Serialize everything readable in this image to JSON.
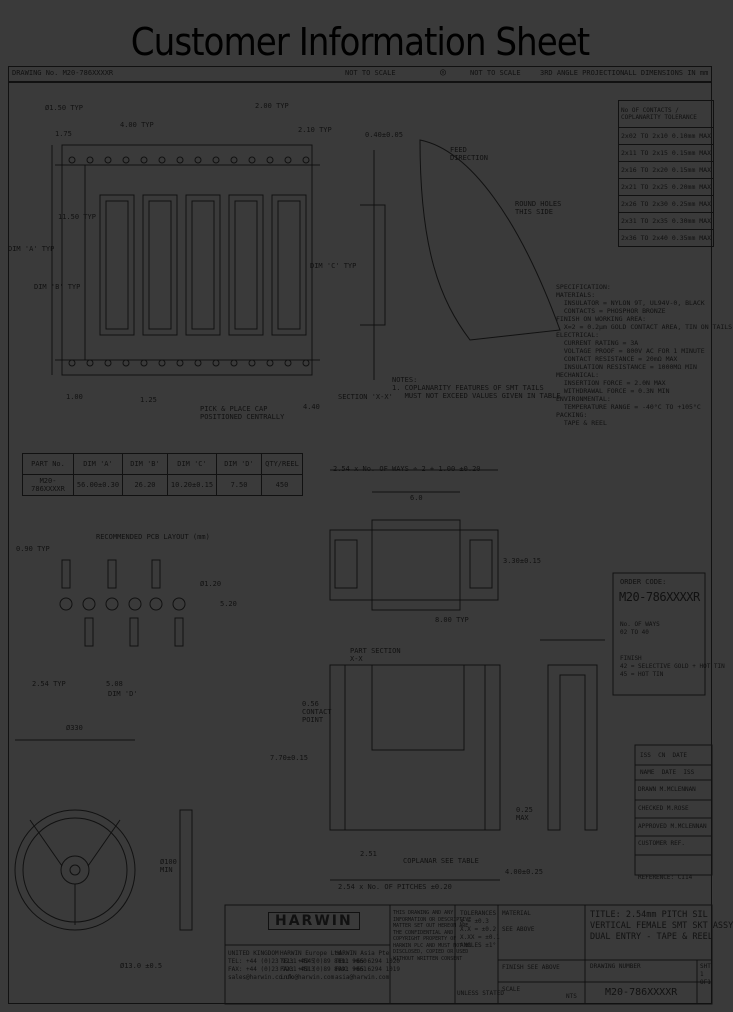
{
  "sheet_title": "Customer Information Sheet",
  "header": {
    "drawing_no": "DRAWING No.  M20-786XXXXR",
    "not_to_scale": "NOT TO SCALE",
    "third_angle": "3RD ANGLE PROJECTION",
    "all_dims": "ALL DIMENSIONS IN mm"
  },
  "dims": {
    "hole_dia": "Ø1.50 TYP",
    "d1_75": "1.75",
    "d4_00": "4.00 TYP",
    "d2_00_typ": "2.00 TYP",
    "d2_10": "2.10 TYP",
    "d0_40": "0.40±0.05",
    "d11_50": "11.50 TYP",
    "dimA": "DIM 'A' TYP",
    "dimB": "DIM 'B' TYP",
    "dimC": "DIM 'C' TYP",
    "d1_00": "1.00",
    "d1_25": "1.25",
    "d4_40": "4.40",
    "pick_place": "PICK & PLACE CAP\nPOSITIONED CENTRALLY",
    "feed": "FEED\nDIRECTION",
    "round_holes": "ROUND HOLES\nTHIS SIDE",
    "section_xx": "SECTION 'X-X'"
  },
  "notes": "NOTES:\n1. COPLANARITY FEATURES OF SMT TAILS\n   MUST NOT EXCEED VALUES GIVEN IN TABLE",
  "coplanarity": {
    "head": [
      "No OF CONTACTS",
      "COPLANARITY TOLERANCE"
    ],
    "rows": [
      "2x02 TO 2x10   0.10mm MAX",
      "2x11 TO 2x15   0.15mm MAX",
      "2x16 TO 2x20   0.15mm MAX",
      "2x21 TO 2x25   0.20mm MAX",
      "2x26 TO 2x30   0.25mm MAX",
      "2x31 TO 2x35   0.30mm MAX",
      "2x36 TO 2x40   0.35mm MAX"
    ]
  },
  "specification": "SPECIFICATION:\nMATERIALS:\n  INSULATOR = NYLON 9T, UL94V-0, BLACK\n  CONTACTS = PHOSPHOR BRONZE\nFINISH ON WORKING AREA:\n  X=2 = 0.2µm GOLD CONTACT AREA, TIN ON TAILS\nELECTRICAL:\n  CURRENT RATING = 3A\n  VOLTAGE PROOF = 800V AC FOR 1 MINUTE\n  CONTACT RESISTANCE = 20mΩ MAX\n  INSULATION RESISTANCE = 1000MΩ MIN\nMECHANICAL:\n  INSERTION FORCE = 2.0N MAX\n  WITHDRAWAL FORCE = 0.3N MIN\nENVIRONMENTAL:\n  TEMPERATURE RANGE = -40°C TO +105°C\nPACKING:\n  TAPE & REEL",
  "part_table": {
    "head": [
      "PART No.",
      "DIM 'A'",
      "DIM 'B'",
      "DIM 'C'",
      "DIM 'D'",
      "QTY/REEL"
    ],
    "row": [
      "M20-786XXXXR",
      "56.00±0.30",
      "26.20",
      "10.20±0.15",
      "7.50",
      "450"
    ]
  },
  "layout": {
    "title": "RECOMMENDED PCB LAYOUT (mm)",
    "d0_90": "0.90 TYP",
    "d1_20": "Ø1.20",
    "d5_20": "5.20",
    "d2_54": "2.54 TYP",
    "d5_08": "5.08",
    "dimD": "DIM 'D'"
  },
  "front": {
    "pitch_dim": "2.54 x No. OF WAYS ÷ 2 + 1.00 ±0.20",
    "d6_0": "6.0",
    "d3_30": "3.30±0.15",
    "d8_00": "8.00 TYP"
  },
  "side": {
    "section": "PART SECTION\nX-X",
    "contact_pt": "0.56\nCONTACT\nPOINT",
    "d0_15": "7.70±0.15",
    "coplanar": "COPLANAR SEE TABLE",
    "pitches": "2.54 x No. OF PITCHES ±0.20",
    "d2_51": "2.51",
    "d0_25": "0.25\nMAX",
    "d4_00": "4.00±0.25"
  },
  "order": {
    "label": "ORDER CODE:",
    "code": "M20-786XXXXR",
    "ways": "No. OF WAYS\n02 TO 40",
    "finish": "FINISH\n42 = SELECTIVE GOLD + HOT TIN\n45 = HOT TIN"
  },
  "reel": {
    "d330": "Ø330",
    "d100": "Ø100\nMIN",
    "d13": "Ø13.0 ±0.5"
  },
  "title_block": {
    "logo": "HARWIN",
    "addresses": "UNITED KINGDOM\nTEL: +44 (0)23 9231 4545\nFAX: +44 (0)23 9231 4513\nsales@harwin.co.uk",
    "addresses2": "HARWIN Europe Ltd.\nTEL: +49 (0)89 8091 9060\nFAX: +49 (0)89 8091 9061\ninfo@harwin.com",
    "addresses3": "HARWIN Asia Pte\nTEL: +65 6294 1020\nFAX: +65 6294 1019\nasia@harwin.com",
    "notice": "THIS DRAWING AND ANY\nINFORMATION OR DESCRIPTIVE\nMATTER SET OUT HEREON ARE\nTHE CONFIDENTIAL AND\nCOPYRIGHT PROPERTY OF\nHARWIN PLC AND MUST NOT BE\nDISCLOSED, COPIED OR USED\nWITHOUT WRITTEN CONSENT",
    "tolerances": "TOLERANCES\nX = ±0.3\nX.X = ±0.2\nX.XX = ±0.1\nANGLES ±1°",
    "material": "MATERIAL\n\nSEE ABOVE",
    "finish": "FINISH  SEE ABOVE",
    "scale": "SCALE",
    "nts": "NTS",
    "title": "TITLE: 2.54mm PITCH SIL\nVERTICAL FEMALE SMT SKT ASSY\nDUAL ENTRY - TAPE & REEL",
    "drawing_label": "DRAWING NUMBER",
    "drawing_number": "M20-786XXXXR",
    "sheet": "SHT\n1\nOF1",
    "unless": "UNLESS STATED",
    "iss_head": [
      "ISS",
      "CN",
      "DATE"
    ],
    "name_head": [
      "NAME",
      "DATE",
      "ISS"
    ],
    "drawn": "DRAWN  M.MCLENNAN",
    "checked": "CHECKED  M.ROSE",
    "approved": "APPROVED  M.MCLENNAN",
    "customer": "CUSTOMER REF.",
    "reference": "REFERENCE: CI14"
  }
}
